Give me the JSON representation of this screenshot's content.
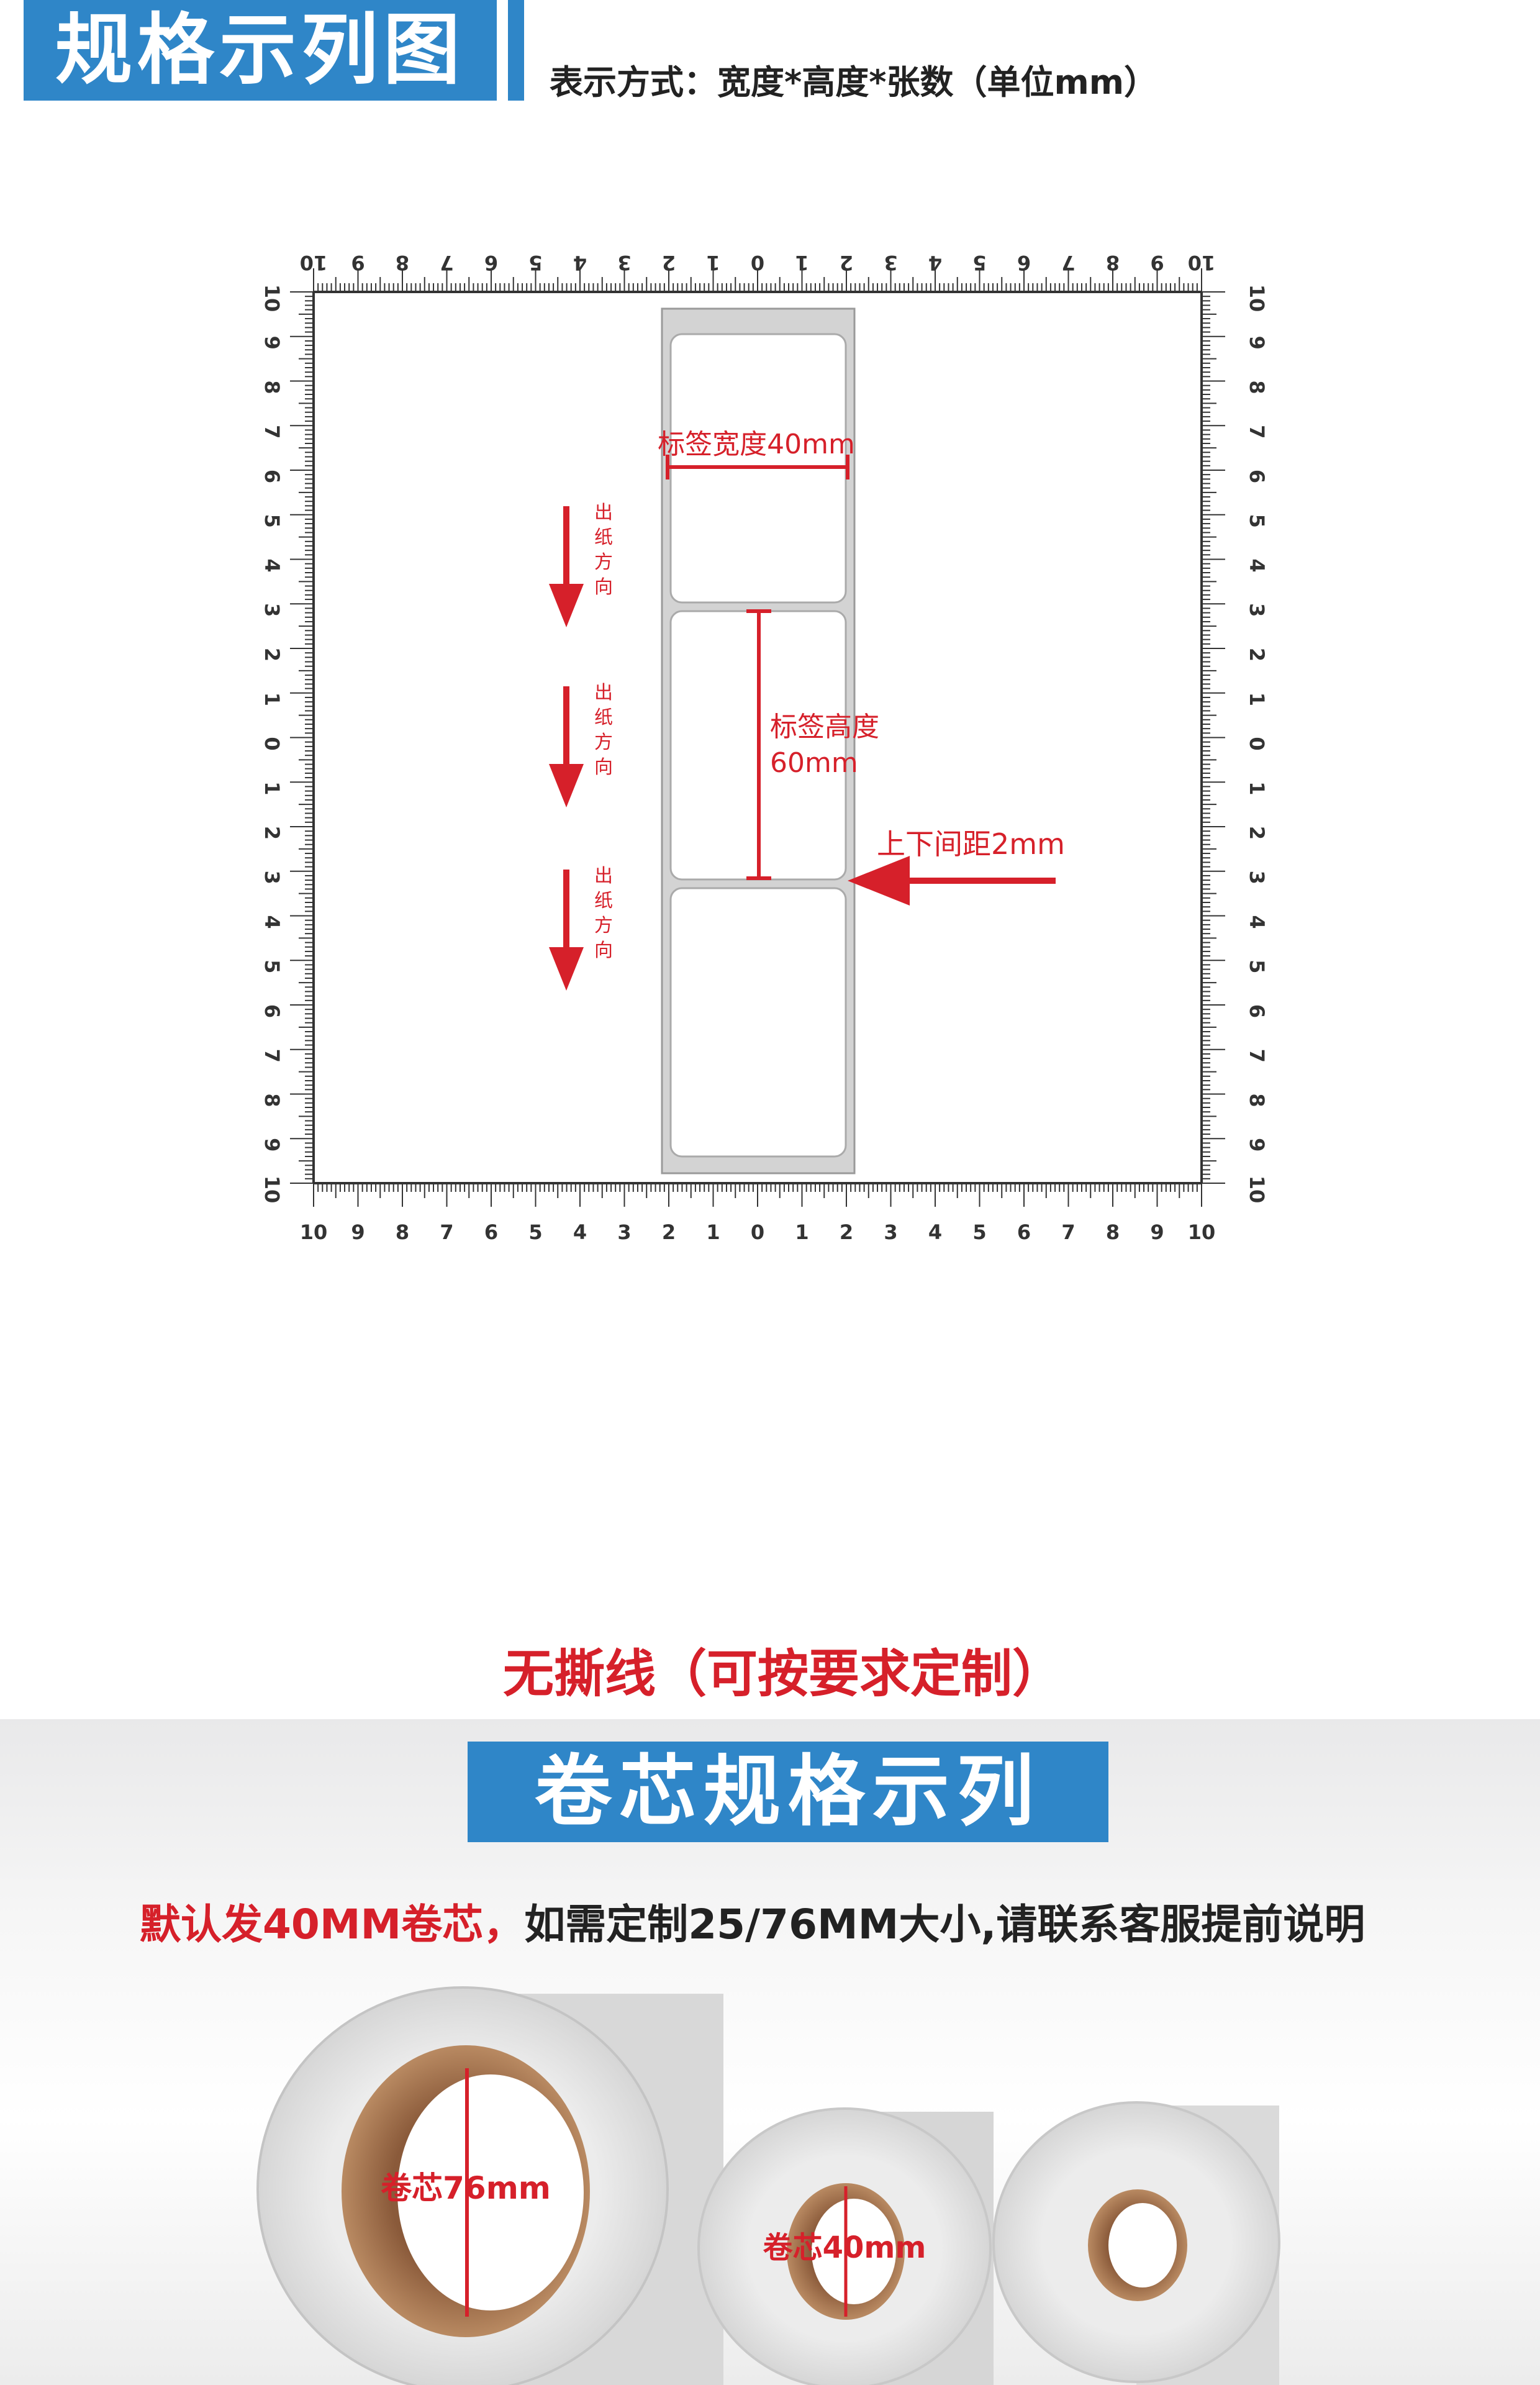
{
  "header": {
    "title": "规格示列图",
    "subtitle": "表示方式：宽度*高度*张数（单位mm）"
  },
  "ruler": {
    "ticks": [
      "10",
      "9",
      "8",
      "7",
      "6",
      "5",
      "4",
      "3",
      "2",
      "1",
      "0",
      "1",
      "2",
      "3",
      "4",
      "5",
      "6",
      "7",
      "8",
      "9",
      "10"
    ]
  },
  "diagram": {
    "width_label": "标签宽度40mm",
    "height_label_line1": "标签高度",
    "height_label_line2": "60mm",
    "gap_label": "上下间距2mm",
    "direction_label": [
      "出",
      "纸",
      "方",
      "向"
    ]
  },
  "core_diagram": {
    "caption": "无撕线（可按要求定制）"
  },
  "section2": {
    "title": "卷芯规格示列",
    "note_red": "默认发40MM卷芯，",
    "note_dark": "如需定制25/76MM大小,请联系客服提前说明",
    "label_76": "卷芯76mm",
    "label_40": "卷芯40mm"
  },
  "colors": {
    "accent_blue": "#2f86c8",
    "red": "#d6202a"
  }
}
